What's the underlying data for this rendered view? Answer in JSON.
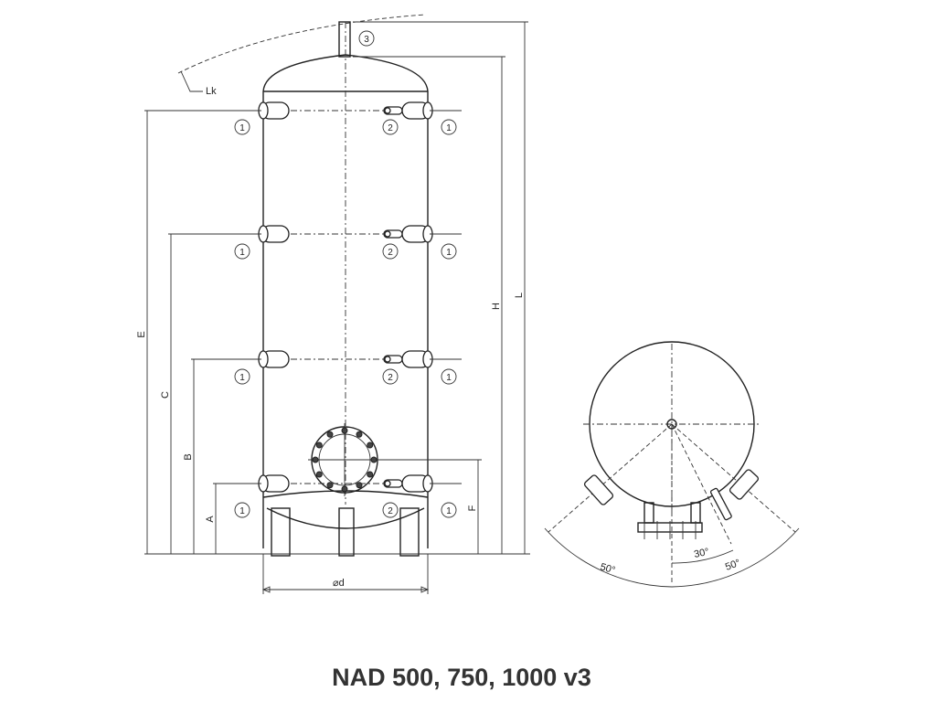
{
  "title": "NAD 500, 750, 1000 v3",
  "labels": {
    "lk": "Lk",
    "diameter": "⌀d",
    "A": "A",
    "B": "B",
    "C": "C",
    "E": "E",
    "F": "F",
    "H": "H",
    "L": "L"
  },
  "callouts": {
    "one": "1",
    "two": "2",
    "three": "3"
  },
  "angles": {
    "left": "50°",
    "middle": "30°",
    "right": "50°"
  }
}
